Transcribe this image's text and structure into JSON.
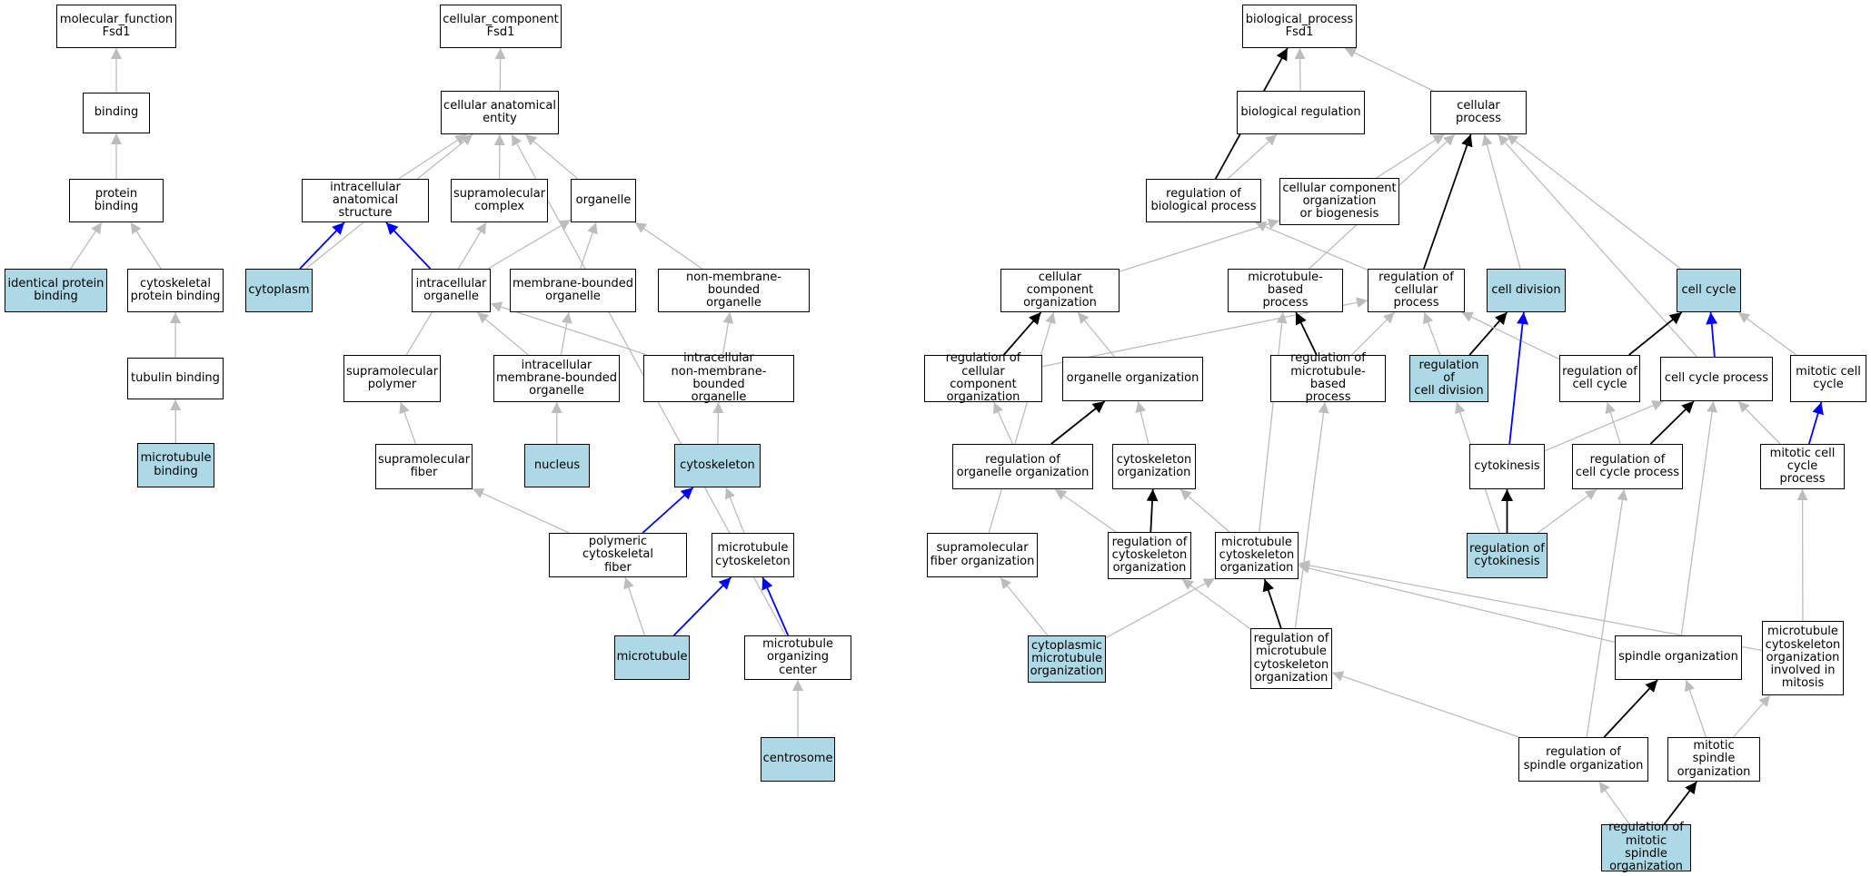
{
  "colors": {
    "highlight": "#add8e6",
    "edge_default": "#bdbdbd",
    "edge_strong": "#000000",
    "edge_blue": "#0000ff"
  },
  "nodes": {
    "mf_root": {
      "label": "molecular_function\nFsd1",
      "hl": false
    },
    "binding": {
      "label": "binding",
      "hl": false
    },
    "protein_binding": {
      "label": "protein binding",
      "hl": false
    },
    "identical_protein_binding": {
      "label": "identical protein\nbinding",
      "hl": true
    },
    "cytoskeletal_protein_binding": {
      "label": "cytoskeletal\nprotein binding",
      "hl": false
    },
    "tubulin_binding": {
      "label": "tubulin binding",
      "hl": false
    },
    "microtubule_binding": {
      "label": "microtubule\nbinding",
      "hl": true
    },
    "cc_root": {
      "label": "cellular_component\nFsd1",
      "hl": false
    },
    "cellular_anatomical_entity": {
      "label": "cellular anatomical\nentity",
      "hl": false
    },
    "intracellular_anatomical_structure": {
      "label": "intracellular\nanatomical structure",
      "hl": false
    },
    "supramolecular_complex": {
      "label": "supramolecular\ncomplex",
      "hl": false
    },
    "organelle": {
      "label": "organelle",
      "hl": false
    },
    "cytoplasm": {
      "label": "cytoplasm",
      "hl": true
    },
    "intracellular_organelle": {
      "label": "intracellular\norganelle",
      "hl": false
    },
    "membrane_bounded_organelle": {
      "label": "membrane-bounded\norganelle",
      "hl": false
    },
    "non_membrane_bounded_organelle": {
      "label": "non-membrane-bounded\norganelle",
      "hl": false
    },
    "supramolecular_polymer": {
      "label": "supramolecular\npolymer",
      "hl": false
    },
    "intracellular_membrane_bounded_organelle": {
      "label": "intracellular\nmembrane-bounded\norganelle",
      "hl": false
    },
    "intracellular_non_membrane_bounded_organelle": {
      "label": "intracellular\nnon-membrane-bounded\norganelle",
      "hl": false
    },
    "supramolecular_fiber": {
      "label": "supramolecular\nfiber",
      "hl": false
    },
    "nucleus": {
      "label": "nucleus",
      "hl": true
    },
    "cytoskeleton": {
      "label": "cytoskeleton",
      "hl": true
    },
    "polymeric_cytoskeletal_fiber": {
      "label": "polymeric cytoskeletal\nfiber",
      "hl": false
    },
    "microtubule_cytoskeleton": {
      "label": "microtubule\ncytoskeleton",
      "hl": false
    },
    "microtubule": {
      "label": "microtubule",
      "hl": true
    },
    "microtubule_organizing_center": {
      "label": "microtubule\norganizing center",
      "hl": false
    },
    "centrosome": {
      "label": "centrosome",
      "hl": true
    },
    "bp_root": {
      "label": "biological_process\nFsd1",
      "hl": false
    },
    "biological_regulation": {
      "label": "biological regulation",
      "hl": false
    },
    "cellular_process": {
      "label": "cellular process",
      "hl": false
    },
    "regulation_of_biological_process": {
      "label": "regulation of\nbiological process",
      "hl": false
    },
    "cellular_component_organization_or_biogenesis": {
      "label": "cellular component\norganization\nor biogenesis",
      "hl": false
    },
    "cellular_component_organization": {
      "label": "cellular component\norganization",
      "hl": false
    },
    "microtubule_based_process": {
      "label": "microtubule-based\nprocess",
      "hl": false
    },
    "regulation_of_cellular_process": {
      "label": "regulation of\ncellular process",
      "hl": false
    },
    "cell_division": {
      "label": "cell division",
      "hl": true
    },
    "cell_cycle": {
      "label": "cell cycle",
      "hl": true
    },
    "regulation_of_cellular_component_organization": {
      "label": "regulation of\ncellular component\norganization",
      "hl": false
    },
    "organelle_organization": {
      "label": "organelle organization",
      "hl": false
    },
    "regulation_of_microtubule_based_process": {
      "label": "regulation of\nmicrotubule-based\nprocess",
      "hl": false
    },
    "regulation_of_cell_division": {
      "label": "regulation of\ncell division",
      "hl": true
    },
    "regulation_of_cell_cycle": {
      "label": "regulation of\ncell cycle",
      "hl": false
    },
    "cell_cycle_process": {
      "label": "cell cycle process",
      "hl": false
    },
    "mitotic_cell_cycle": {
      "label": "mitotic cell\ncycle",
      "hl": false
    },
    "regulation_of_organelle_organization": {
      "label": "regulation of\norganelle organization",
      "hl": false
    },
    "cytoskeleton_organization": {
      "label": "cytoskeleton\norganization",
      "hl": false
    },
    "cytokinesis": {
      "label": "cytokinesis",
      "hl": false
    },
    "regulation_of_cell_cycle_process": {
      "label": "regulation of\ncell cycle process",
      "hl": false
    },
    "mitotic_cell_cycle_process": {
      "label": "mitotic cell\ncycle process",
      "hl": false
    },
    "supramolecular_fiber_organization": {
      "label": "supramolecular\nfiber organization",
      "hl": false
    },
    "regulation_of_cytoskeleton_organization": {
      "label": "regulation of\ncytoskeleton\norganization",
      "hl": false
    },
    "microtubule_cytoskeleton_organization": {
      "label": "microtubule\ncytoskeleton\norganization",
      "hl": false
    },
    "regulation_of_cytokinesis": {
      "label": "regulation of\ncytokinesis",
      "hl": true
    },
    "cytoplasmic_microtubule_organization": {
      "label": "cytoplasmic\nmicrotubule\norganization",
      "hl": true
    },
    "regulation_of_microtubule_cytoskeleton_organization": {
      "label": "regulation of\nmicrotubule\ncytoskeleton\norganization",
      "hl": false
    },
    "spindle_organization": {
      "label": "spindle organization",
      "hl": false
    },
    "microtubule_cytoskeleton_organization_involved_in_mitosis": {
      "label": "microtubule\ncytoskeleton\norganization\ninvolved in\nmitosis",
      "hl": false
    },
    "regulation_of_spindle_organization": {
      "label": "regulation of\nspindle organization",
      "hl": false
    },
    "mitotic_spindle_organization": {
      "label": "mitotic spindle\norganization",
      "hl": false
    },
    "regulation_of_mitotic_spindle_organization": {
      "label": "regulation of\nmitotic spindle\norganization",
      "hl": true
    }
  },
  "edges": [
    [
      "binding",
      "mf_root",
      "g"
    ],
    [
      "protein_binding",
      "binding",
      "g"
    ],
    [
      "identical_protein_binding",
      "protein_binding",
      "g"
    ],
    [
      "cytoskeletal_protein_binding",
      "protein_binding",
      "g"
    ],
    [
      "tubulin_binding",
      "cytoskeletal_protein_binding",
      "g"
    ],
    [
      "microtubule_binding",
      "tubulin_binding",
      "g"
    ],
    [
      "cellular_anatomical_entity",
      "cc_root",
      "g"
    ],
    [
      "intracellular_anatomical_structure",
      "cellular_anatomical_entity",
      "g"
    ],
    [
      "supramolecular_complex",
      "cellular_anatomical_entity",
      "g"
    ],
    [
      "organelle",
      "cellular_anatomical_entity",
      "g"
    ],
    [
      "cytoplasm",
      "cellular_anatomical_entity",
      "g"
    ],
    [
      "microtubule_organizing_center",
      "cellular_anatomical_entity",
      "g"
    ],
    [
      "cytoplasm",
      "intracellular_anatomical_structure",
      "u"
    ],
    [
      "intracellular_organelle",
      "intracellular_anatomical_structure",
      "u"
    ],
    [
      "intracellular_organelle",
      "organelle",
      "g"
    ],
    [
      "membrane_bounded_organelle",
      "organelle",
      "g"
    ],
    [
      "non_membrane_bounded_organelle",
      "organelle",
      "g"
    ],
    [
      "supramolecular_polymer",
      "supramolecular_complex",
      "g"
    ],
    [
      "intracellular_membrane_bounded_organelle",
      "intracellular_organelle",
      "g"
    ],
    [
      "intracellular_membrane_bounded_organelle",
      "membrane_bounded_organelle",
      "g"
    ],
    [
      "intracellular_non_membrane_bounded_organelle",
      "intracellular_organelle",
      "g"
    ],
    [
      "intracellular_non_membrane_bounded_organelle",
      "non_membrane_bounded_organelle",
      "g"
    ],
    [
      "supramolecular_fiber",
      "supramolecular_polymer",
      "g"
    ],
    [
      "nucleus",
      "intracellular_membrane_bounded_organelle",
      "g"
    ],
    [
      "cytoskeleton",
      "intracellular_non_membrane_bounded_organelle",
      "g"
    ],
    [
      "polymeric_cytoskeletal_fiber",
      "supramolecular_fiber",
      "g"
    ],
    [
      "polymeric_cytoskeletal_fiber",
      "cytoskeleton",
      "u"
    ],
    [
      "microtubule_cytoskeleton",
      "cytoskeleton",
      "g"
    ],
    [
      "microtubule",
      "polymeric_cytoskeletal_fiber",
      "g"
    ],
    [
      "microtubule",
      "microtubule_cytoskeleton",
      "u"
    ],
    [
      "microtubule_organizing_center",
      "microtubule_cytoskeleton",
      "u"
    ],
    [
      "centrosome",
      "microtubule_organizing_center",
      "g"
    ],
    [
      "biological_regulation",
      "bp_root",
      "g"
    ],
    [
      "cellular_process",
      "bp_root",
      "g"
    ],
    [
      "regulation_of_biological_process",
      "bp_root",
      "k"
    ],
    [
      "regulation_of_biological_process",
      "biological_regulation",
      "g"
    ],
    [
      "cellular_component_organization_or_biogenesis",
      "cellular_process",
      "g"
    ],
    [
      "cellular_component_organization",
      "cellular_component_organization_or_biogenesis",
      "g"
    ],
    [
      "regulation_of_cellular_process",
      "regulation_of_biological_process",
      "g"
    ],
    [
      "regulation_of_cellular_process",
      "cellular_process",
      "k"
    ],
    [
      "microtubule_based_process",
      "cellular_process",
      "g"
    ],
    [
      "cell_division",
      "cellular_process",
      "g"
    ],
    [
      "cell_cycle",
      "cellular_process",
      "g"
    ],
    [
      "cell_cycle_process",
      "cellular_process",
      "g"
    ],
    [
      "regulation_of_cellular_component_organization",
      "cellular_component_organization",
      "k"
    ],
    [
      "regulation_of_cellular_component_organization",
      "regulation_of_cellular_process",
      "g"
    ],
    [
      "organelle_organization",
      "cellular_component_organization",
      "g"
    ],
    [
      "supramolecular_fiber_organization",
      "cellular_component_organization",
      "g"
    ],
    [
      "regulation_of_microtubule_based_process",
      "microtubule_based_process",
      "k"
    ],
    [
      "regulation_of_microtubule_based_process",
      "regulation_of_cellular_process",
      "g"
    ],
    [
      "regulation_of_cell_division",
      "cell_division",
      "k"
    ],
    [
      "regulation_of_cell_division",
      "regulation_of_cellular_process",
      "g"
    ],
    [
      "regulation_of_cell_cycle",
      "cell_cycle",
      "k"
    ],
    [
      "regulation_of_cell_cycle",
      "regulation_of_cellular_process",
      "g"
    ],
    [
      "cell_cycle_process",
      "cell_cycle",
      "u"
    ],
    [
      "mitotic_cell_cycle",
      "cell_cycle",
      "g"
    ],
    [
      "regulation_of_organelle_organization",
      "organelle_organization",
      "k"
    ],
    [
      "regulation_of_organelle_organization",
      "regulation_of_cellular_component_organization",
      "g"
    ],
    [
      "cytoskeleton_organization",
      "organelle_organization",
      "g"
    ],
    [
      "cytokinesis",
      "cell_division",
      "u"
    ],
    [
      "cytokinesis",
      "cell_cycle_process",
      "g"
    ],
    [
      "regulation_of_cell_cycle_process",
      "cell_cycle_process",
      "k"
    ],
    [
      "regulation_of_cell_cycle_process",
      "regulation_of_cell_cycle",
      "g"
    ],
    [
      "mitotic_cell_cycle_process",
      "cell_cycle_process",
      "g"
    ],
    [
      "mitotic_cell_cycle_process",
      "mitotic_cell_cycle",
      "u"
    ],
    [
      "regulation_of_cytoskeleton_organization",
      "cytoskeleton_organization",
      "k"
    ],
    [
      "regulation_of_cytoskeleton_organization",
      "regulation_of_organelle_organization",
      "g"
    ],
    [
      "microtubule_cytoskeleton_organization",
      "cytoskeleton_organization",
      "g"
    ],
    [
      "microtubule_cytoskeleton_organization",
      "microtubule_based_process",
      "g"
    ],
    [
      "regulation_of_cytokinesis",
      "cytokinesis",
      "k"
    ],
    [
      "regulation_of_cytokinesis",
      "regulation_of_cell_division",
      "g"
    ],
    [
      "regulation_of_cytokinesis",
      "regulation_of_cell_cycle_process",
      "g"
    ],
    [
      "cytoplasmic_microtubule_organization",
      "supramolecular_fiber_organization",
      "g"
    ],
    [
      "cytoplasmic_microtubule_organization",
      "microtubule_cytoskeleton_organization",
      "g"
    ],
    [
      "regulation_of_microtubule_cytoskeleton_organization",
      "microtubule_cytoskeleton_organization",
      "k"
    ],
    [
      "regulation_of_microtubule_cytoskeleton_organization",
      "regulation_of_cytoskeleton_organization",
      "g"
    ],
    [
      "regulation_of_microtubule_cytoskeleton_organization",
      "regulation_of_microtubule_based_process",
      "g"
    ],
    [
      "spindle_organization",
      "microtubule_cytoskeleton_organization",
      "g"
    ],
    [
      "spindle_organization",
      "cell_cycle_process",
      "g"
    ],
    [
      "microtubule_cytoskeleton_organization_involved_in_mitosis",
      "microtubule_cytoskeleton_organization",
      "g"
    ],
    [
      "microtubule_cytoskeleton_organization_involved_in_mitosis",
      "mitotic_cell_cycle_process",
      "g"
    ],
    [
      "regulation_of_spindle_organization",
      "spindle_organization",
      "k"
    ],
    [
      "regulation_of_spindle_organization",
      "regulation_of_microtubule_cytoskeleton_organization",
      "g"
    ],
    [
      "regulation_of_spindle_organization",
      "regulation_of_cell_cycle_process",
      "g"
    ],
    [
      "mitotic_spindle_organization",
      "spindle_organization",
      "g"
    ],
    [
      "mitotic_spindle_organization",
      "microtubule_cytoskeleton_organization_involved_in_mitosis",
      "g"
    ],
    [
      "regulation_of_mitotic_spindle_organization",
      "mitotic_spindle_organization",
      "k"
    ],
    [
      "regulation_of_mitotic_spindle_organization",
      "regulation_of_spindle_organization",
      "g"
    ]
  ]
}
